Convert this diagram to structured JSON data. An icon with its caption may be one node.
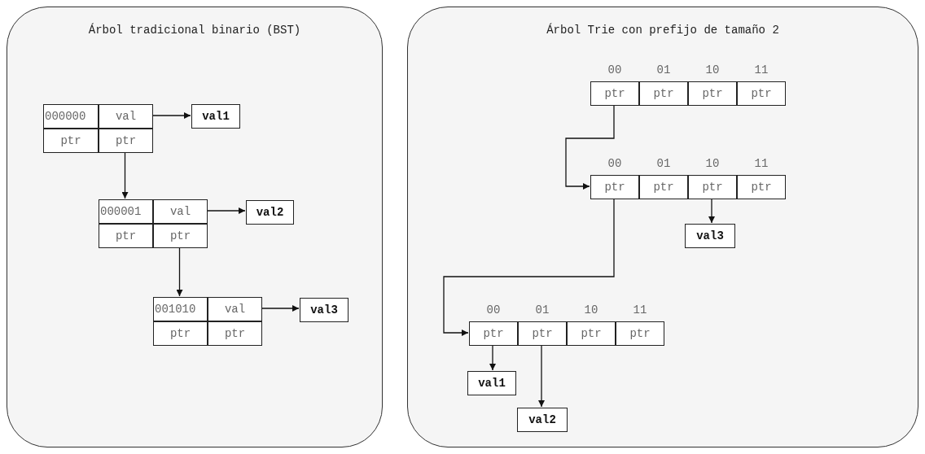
{
  "diagram": {
    "nodes": [
      {
        "text": [
          "Árbol tradicional binario (BST)"
        ]
      },
      {
        "text": [
          "000000"
        ],
        "in": 0
      },
      {
        "text": [
          "val"
        ],
        "in": 0
      },
      {
        "text": [
          "ptr"
        ],
        "in": 0
      },
      {
        "text": [
          "ptr"
        ],
        "in": 0
      },
      {
        "text": [
          "val1"
        ],
        "in": 0
      },
      {
        "text": [
          "000001"
        ],
        "in": 0
      },
      {
        "text": [
          "val"
        ],
        "in": 0
      },
      {
        "text": [
          "ptr"
        ],
        "in": 0
      },
      {
        "text": [
          "ptr"
        ],
        "in": 0
      },
      {
        "text": [
          "val2"
        ],
        "in": 0
      },
      {
        "text": [
          "001010"
        ],
        "in": 0
      },
      {
        "text": [
          "val"
        ],
        "in": 0
      },
      {
        "text": [
          "ptr"
        ],
        "in": 0
      },
      {
        "text": [
          "ptr"
        ],
        "in": 0
      },
      {
        "text": [
          "val3"
        ],
        "in": 0
      },
      {
        "text": [
          "Árbol Trie con prefijo de tamaño 2"
        ]
      },
      {
        "text": [
          "ptr"
        ],
        "beside": [
          "00"
        ],
        "in": 16
      },
      {
        "text": [
          "ptr"
        ],
        "beside": [
          "01"
        ],
        "in": 16
      },
      {
        "text": [
          "ptr"
        ],
        "beside": [
          "10"
        ],
        "in": 16
      },
      {
        "text": [
          "ptr"
        ],
        "beside": [
          "11"
        ],
        "in": 16
      },
      {
        "text": [
          "ptr"
        ],
        "beside": [
          "00"
        ],
        "in": 16
      },
      {
        "text": [
          "ptr"
        ],
        "beside": [
          "01"
        ],
        "in": 16
      },
      {
        "text": [
          "ptr"
        ],
        "beside": [
          "10"
        ],
        "in": 16
      },
      {
        "text": [
          "ptr"
        ],
        "beside": [
          "11"
        ],
        "in": 16
      },
      {
        "text": [
          "val3"
        ],
        "in": 16
      },
      {
        "text": [
          "ptr"
        ],
        "beside": [
          "00"
        ],
        "in": 16
      },
      {
        "text": [
          "ptr"
        ],
        "beside": [
          "01"
        ],
        "in": 16
      },
      {
        "text": [
          "ptr"
        ],
        "beside": [
          "10"
        ],
        "in": 16
      },
      {
        "text": [
          "ptr"
        ],
        "beside": [
          "11"
        ],
        "in": 16
      },
      {
        "text": [
          "val1"
        ],
        "in": 16
      },
      {
        "text": [
          "val2"
        ],
        "in": 16
      }
    ],
    "edges": [
      {
        "from": 2,
        "to": 5,
        "arrow": "to"
      },
      {
        "from": 4,
        "to": 6,
        "arrow": "to"
      },
      {
        "from": 7,
        "to": 10,
        "arrow": "to"
      },
      {
        "from": 9,
        "to": 11,
        "arrow": "to"
      },
      {
        "from": 12,
        "to": 15,
        "arrow": "to"
      },
      {
        "from": 17,
        "to": 21,
        "arrow": "to"
      },
      {
        "from": 21,
        "to": 26,
        "arrow": "to"
      },
      {
        "from": 23,
        "to": 25,
        "arrow": "to"
      },
      {
        "from": 26,
        "to": 30,
        "arrow": "to"
      },
      {
        "from": 27,
        "to": 31,
        "arrow": "to"
      }
    ]
  }
}
